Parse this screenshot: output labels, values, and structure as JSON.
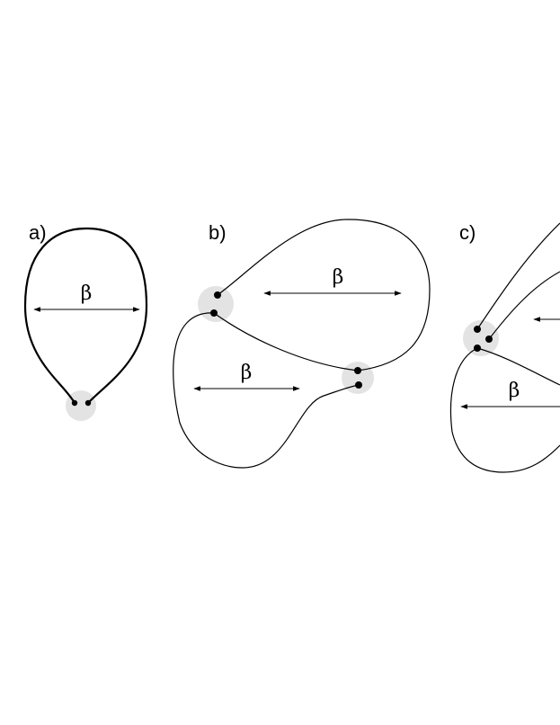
{
  "panels": {
    "a": {
      "label": "a)",
      "arrow_label": "β"
    },
    "b": {
      "label": "b)",
      "arrow_label_upper": "β",
      "arrow_label_lower": "β"
    },
    "c": {
      "label": "c)",
      "arrow_label": "β"
    }
  },
  "colors": {
    "stroke": "#000000",
    "halo": "#e3e3e3",
    "background": "#ffffff"
  }
}
